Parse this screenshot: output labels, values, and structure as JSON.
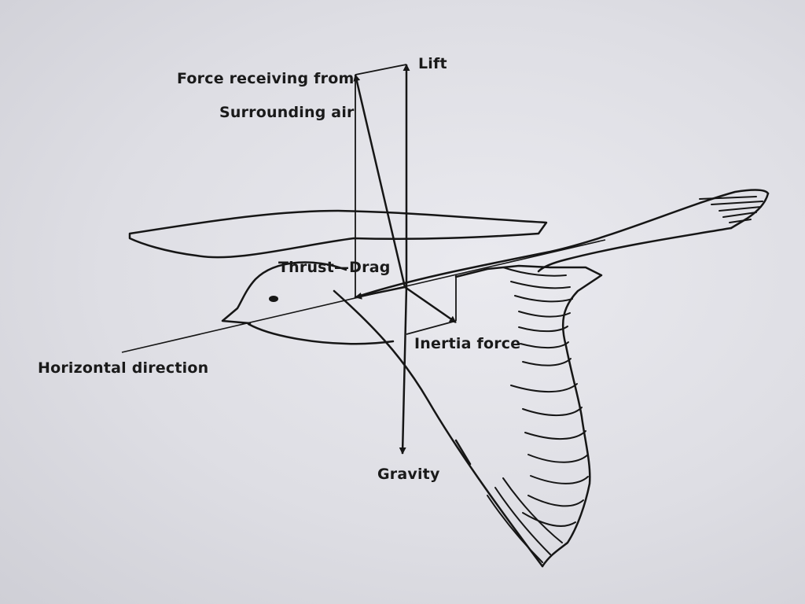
{
  "labels": {
    "lift": "Lift",
    "force_line1": "Force receiving from",
    "force_line2": "Surrounding air",
    "thrust_drag": "Thrust—Drag",
    "inertia": "Inertia force",
    "horizontal": "Horizontal direction",
    "gravity": "Gravity"
  },
  "colors": {
    "ink": "#161616",
    "paper": "#e4e4ea"
  }
}
